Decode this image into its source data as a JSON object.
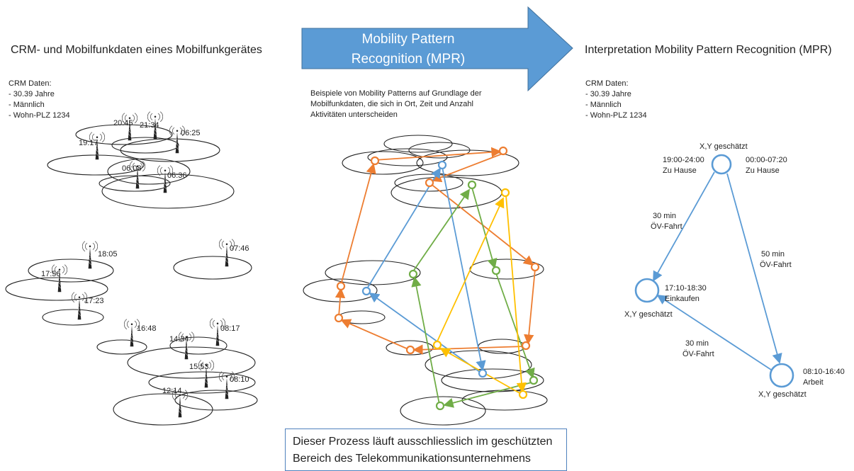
{
  "left_title": "CRM- und Mobilfunkdaten eines Mobilfunkgerätes",
  "crm_left": {
    "heading": "CRM Daten:",
    "lines": [
      "- 30.39 Jahre",
      "- Männlich",
      "- Wohn-PLZ 1234"
    ]
  },
  "arrow_label": [
    "Mobility",
    "Pattern",
    "Recognition (MPR)"
  ],
  "middle_desc": [
    "Beispiele von Mobility Patterns auf Grundlage der",
    "Mobilfunkdaten, die sich in Ort, Zeit und Anzahl",
    "Aktivitäten unterscheiden"
  ],
  "right_title": "Interpretation Mobility Pattern Recognition (MPR)",
  "crm_right": {
    "heading": "CRM Daten:",
    "lines": [
      "- 30.39 Jahre",
      "- Männlich",
      "- Wohn-PLZ 1234"
    ]
  },
  "towers": [
    "20:45",
    "21:34",
    "19:17",
    "06:25",
    "06:08",
    "06:36",
    "18:05",
    "07:46",
    "17:56",
    "17:23",
    "16:48",
    "08:17",
    "14:34",
    "15:53",
    "08:10",
    "12:14"
  ],
  "interp": {
    "home_top": "X,Y geschätzt",
    "home_left_time": "19:00-24:00",
    "home_left_label": "Zu Hause",
    "home_right_time": "00:00-07:20",
    "home_right_label": "Zu Hause",
    "trip1_time": "30 min",
    "trip1_mode": "ÖV-Fahrt",
    "trip2_time": "50 min",
    "trip2_mode": "ÖV-Fahrt",
    "shop_time": "17:10-18:30",
    "shop_label": "Einkaufen",
    "shop_xy": "X,Y geschätzt",
    "trip3_time": "30 min",
    "trip3_mode": "ÖV-Fahrt",
    "work_time": "08:10-16:40",
    "work_label": "Arbeit",
    "work_xy": "X,Y geschätzt"
  },
  "note": [
    "Dieser Prozess läuft ausschliesslich im geschützten",
    "Bereich des Telekommunikationsunternehmens"
  ],
  "colors": {
    "arrow": "#5b9bd5",
    "orange": "#ed7d31",
    "blue": "#5b9bd5",
    "green": "#70ad47",
    "yellow": "#ffc000",
    "ink": "#222222"
  }
}
